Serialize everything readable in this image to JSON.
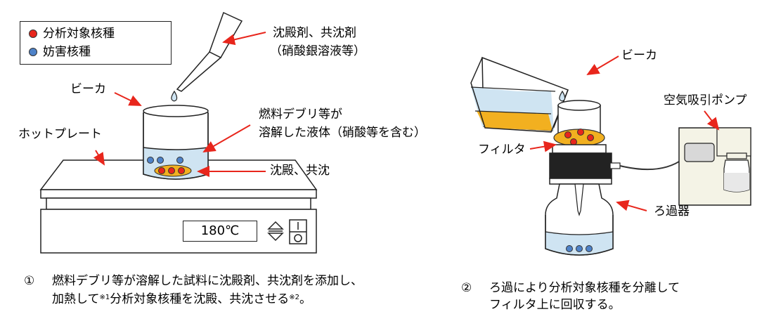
{
  "legend": {
    "items": [
      {
        "label": "分析対象核種",
        "color": "#e8261c"
      },
      {
        "label": "妨害核種",
        "color": "#4e82c8"
      }
    ]
  },
  "left_labels": {
    "precipitant": "沈殿剤、共沈剤",
    "precipitant_example": "（硝酸銀溶液等）",
    "beaker": "ビーカ",
    "hotplate": "ホットプレート",
    "solution_line1": "燃料デブリ等が",
    "solution_line2": "溶解した液体（硝酸等を含む）",
    "precipitate": "沈殿、共沈",
    "temperature": "180℃"
  },
  "right_labels": {
    "beaker": "ビーカ",
    "pump": "空気吸引ポンプ",
    "filter": "フィルタ",
    "filter_device": "ろ過器"
  },
  "captions": {
    "step1_num": "①",
    "step1_line1": "燃料デブリ等が溶解した試料に沈殿剤、共沈剤を添加し、",
    "step1_line2_a": "加熱して",
    "step1_note1": "※1",
    "step1_line2_b": "分析対象核種を沈殿、共沈させる",
    "step1_note2": "※2",
    "step1_line2_c": "。",
    "step2_num": "②",
    "step2_line1": "ろ過により分析対象核種を分離して",
    "step2_line2": "フィルタ上に回収する。"
  },
  "colors": {
    "arrow": "#e8261c",
    "liquid": "#cfe4f2",
    "precipitate": "#f2b020",
    "analyte": "#e8261c",
    "interferent": "#4e82c8",
    "device_dark": "#222222",
    "pump_body": "#f4f3e6"
  }
}
